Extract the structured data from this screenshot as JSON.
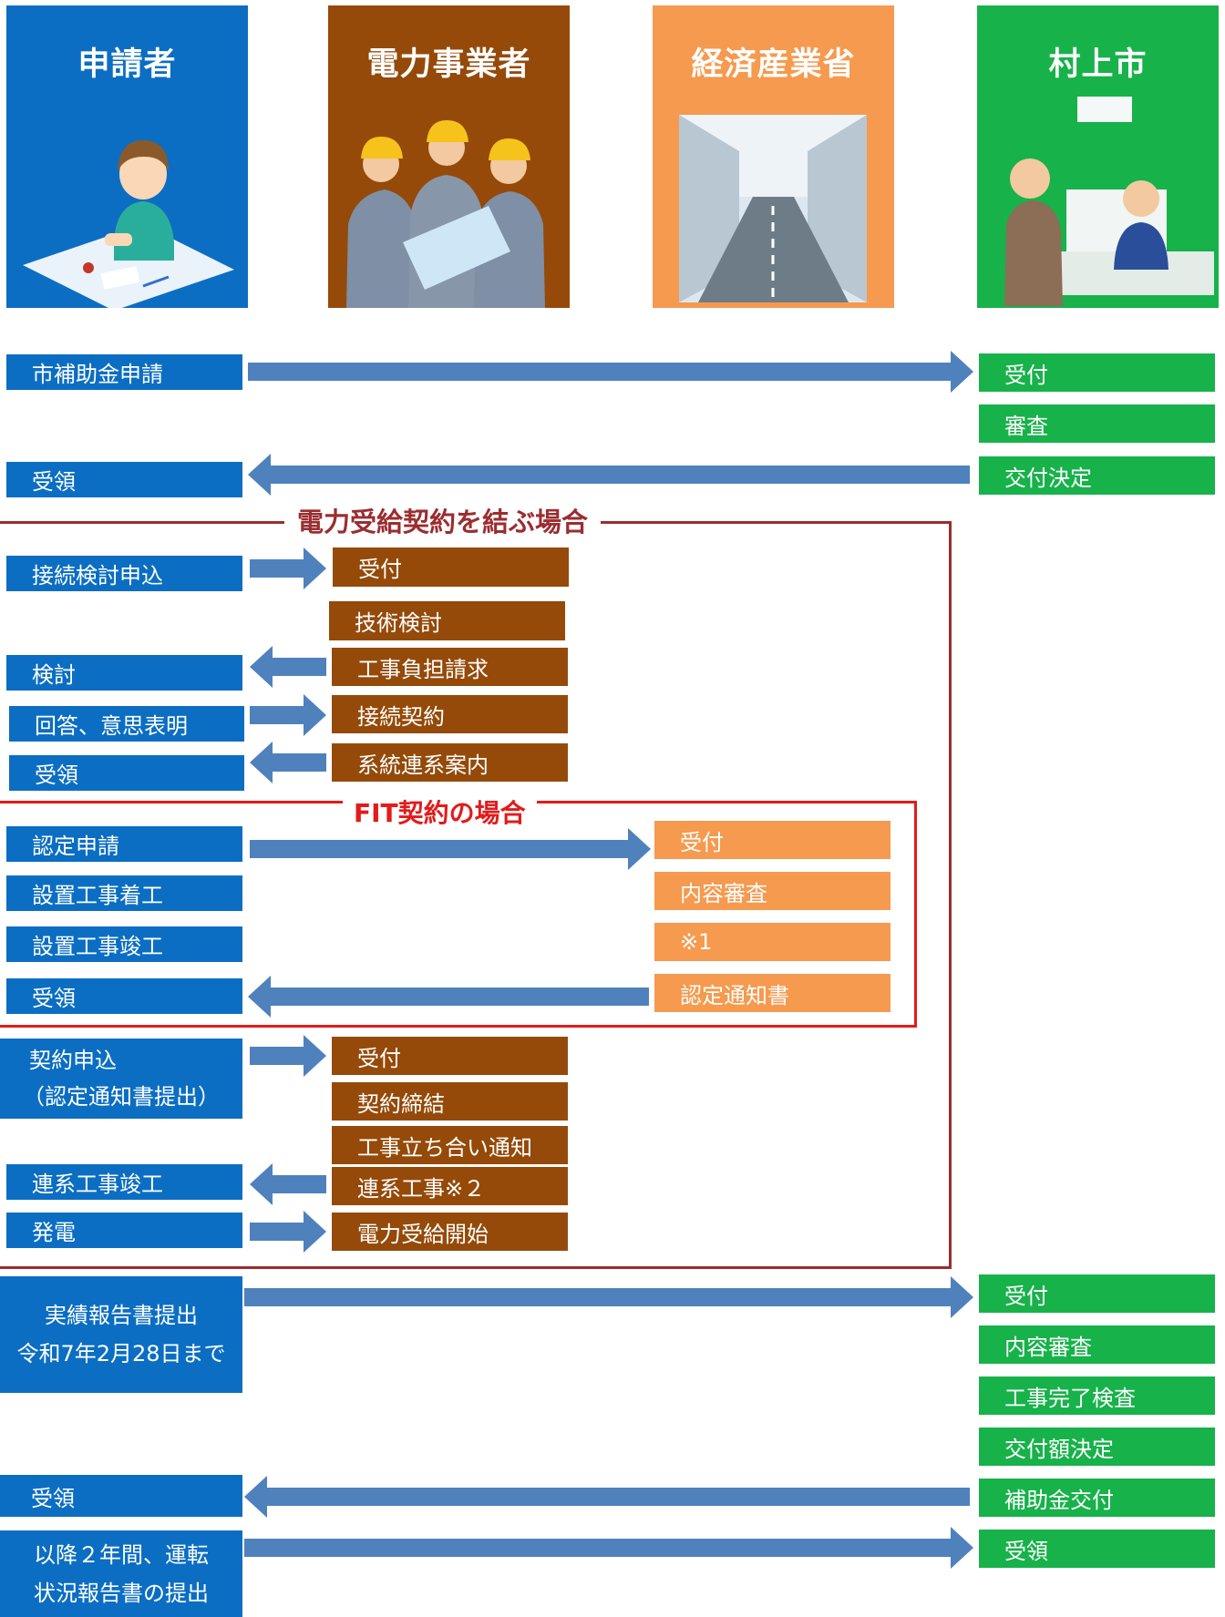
{
  "columns": {
    "applicant": "申請者",
    "utility": "電力事業者",
    "meti": "経済産業省",
    "city": "村上市"
  },
  "city_steps_top": [
    "受付",
    "審査",
    "交付決定"
  ],
  "applicant_steps": {
    "subsidy_application": "市補助金申請",
    "receipt_1": "受領",
    "connection_study": "接続検討申込",
    "review": "検討",
    "reply": "回答、意思表明",
    "receipt_2": "受領",
    "certification": "認定申請",
    "construction_start": "設置工事着工",
    "construction_done": "設置工事竣工",
    "receipt_3": "受領",
    "contract_line1": "契約申込",
    "contract_line2": "（認定通知書提出）",
    "grid_work_done": "連系工事竣工",
    "generation": "発電",
    "report_line1": "実績報告書提出",
    "report_line2": "令和7年2月28日まで",
    "receipt_4": "受領",
    "operation_line1": "以降２年間、運転",
    "operation_line2": "状況報告書の提出"
  },
  "utility_steps_1": [
    "受付",
    "技術検討",
    "工事負担請求",
    "接続契約",
    "系統連系案内"
  ],
  "meti_steps": [
    "受付",
    "内容審査",
    "※1",
    "認定通知書"
  ],
  "utility_steps_2": [
    "受付",
    "契約締結",
    "工事立ち合い通知",
    "連系工事※２",
    "電力受給開始"
  ],
  "city_steps_bottom": [
    "受付",
    "内容審査",
    "工事完了検査",
    "交付額決定",
    "補助金交付",
    "受領"
  ],
  "sections": {
    "power_contract": "電力受給契約を結ぶ場合",
    "fit_contract": "FIT契約の場合"
  },
  "colors": {
    "applicant": "#0B6EC3",
    "utility": "#954A09",
    "meti": "#F59A4E",
    "city": "#17B24A",
    "arrow": "#4F81BD",
    "power_frame": "#9B2D30",
    "fit_frame": "#E31B1B"
  }
}
